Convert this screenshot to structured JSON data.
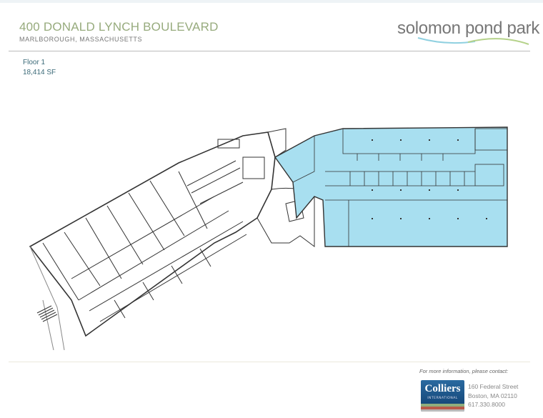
{
  "header": {
    "title": "400 DONALD LYNCH BOULEVARD",
    "subtitle": "MARLBOROUGH, MASSACHUSETTS",
    "logo_text": "solomon pond park"
  },
  "floor": {
    "label": "Floor 1",
    "area": "18,414 SF",
    "highlight_color": "#a8dff0"
  },
  "footer": {
    "contact_prompt": "For more information, please contact:",
    "company_logo": "Colliers",
    "company_logo_sub": "INTERNATIONAL",
    "address_line1": "160 Federal Street",
    "address_line2": "Boston, MA 02110",
    "phone": "617.330.8000"
  }
}
